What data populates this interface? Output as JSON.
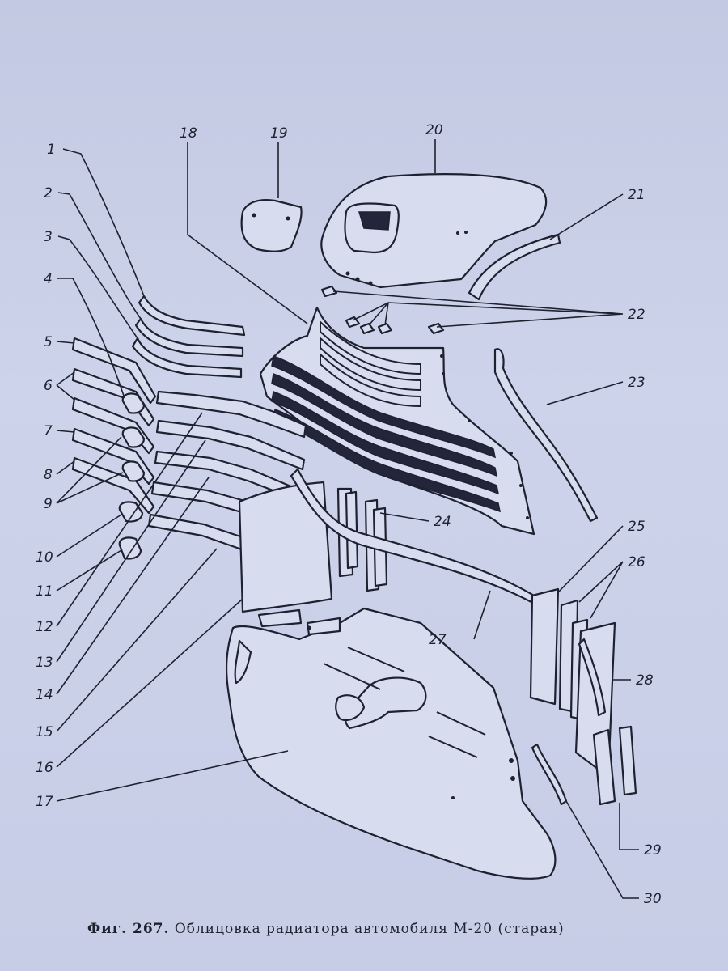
{
  "figure": {
    "label": "Фиг. 267.",
    "title": "Облицовка радиатора автомобиля М-20 (старая)"
  },
  "callouts": [
    "1",
    "2",
    "3",
    "4",
    "5",
    "6",
    "7",
    "8",
    "9",
    "10",
    "11",
    "12",
    "13",
    "14",
    "15",
    "16",
    "17",
    "18",
    "19",
    "20",
    "21",
    "22",
    "23",
    "24",
    "25",
    "26",
    "27",
    "28",
    "29",
    "30"
  ]
}
